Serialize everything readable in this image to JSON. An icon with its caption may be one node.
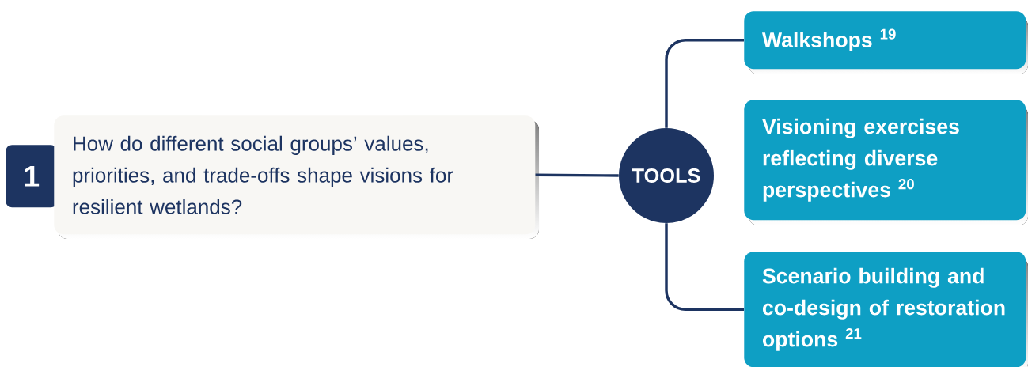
{
  "diagram": {
    "nodes": [
      {
        "text": [
          "1"
        ]
      },
      {
        "text": [
          "How do different social groups’ values, priorities, and trade-offs shape visions for resilient wetlands?"
        ]
      },
      {
        "text": [
          "TOOLS"
        ]
      },
      {
        "text": [
          "Walkshops $^{19}$"
        ]
      },
      {
        "text": [
          "Visioning exercises reflecting diverse perspectives $^{20}$"
        ]
      },
      {
        "text": [
          "Scenario building and co-design of restoration options $^{21}$"
        ]
      }
    ],
    "edges": [
      {
        "from": 1,
        "to": 2,
        "arrow": "none"
      },
      {
        "from": 2,
        "to": 3,
        "arrow": "none"
      },
      {
        "from": 2,
        "to": 5,
        "arrow": "none"
      }
    ]
  }
}
